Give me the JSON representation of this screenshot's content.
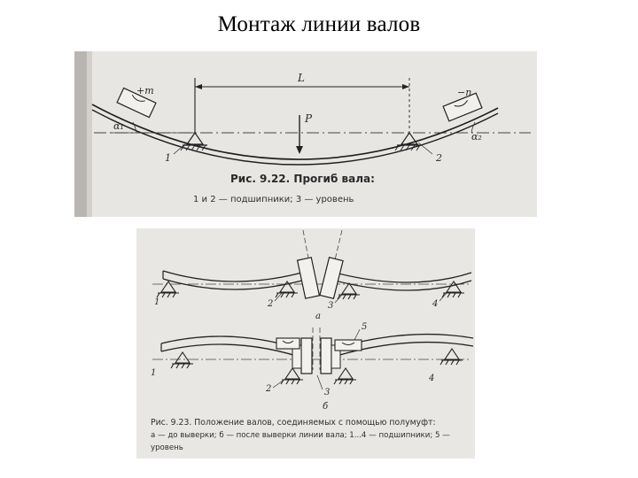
{
  "slide": {
    "title": "Монтаж линии валов"
  },
  "figure_1": {
    "caption_title": "Рис. 9.22. Прогиб вала:",
    "caption_legend": "1 и 2 — подшипники; 3 — уровень",
    "labels": {
      "plus_m": "+m",
      "minus_n": "−n",
      "span": "L",
      "load": "P",
      "alpha1": "α₁",
      "alpha2": "α₂",
      "support_1": "1",
      "support_2": "2"
    }
  },
  "figure_2": {
    "caption_line1": "Рис. 9.23. Положение валов, соединяемых с помощью полумуфт:",
    "caption_line2": "а — до выверки; б — после выверки линии вала; 1...4 — подшипники; 5 —",
    "caption_line3": "уровень",
    "labels": {
      "a": "а",
      "b": "б",
      "n1_top": "1",
      "n2_top": "2",
      "n3_top": "3",
      "n4_top": "4",
      "n1_bot": "1",
      "n2_bot": "2",
      "n3_bot": "3",
      "n4_bot": "4",
      "n5": "5"
    }
  }
}
